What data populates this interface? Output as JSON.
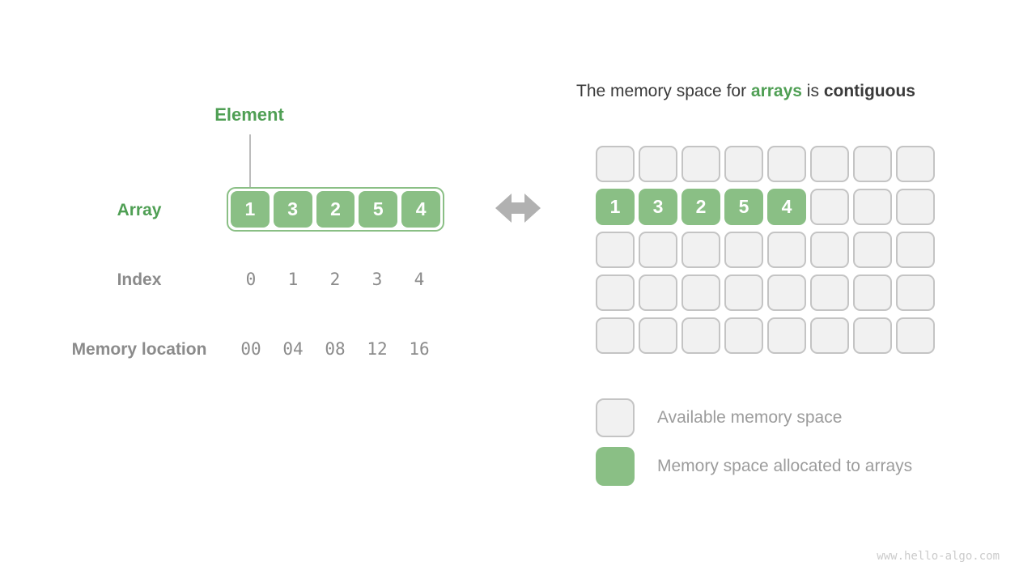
{
  "colors": {
    "green_fill": "#8abf85",
    "green_text": "#4f9f54",
    "dark_text": "#3a3a3a",
    "gray_text": "#8b8b8b",
    "legend_text": "#9c9c9c",
    "cell_bg": "#f1f1f1",
    "cell_border": "#c4c4c4",
    "arrow": "#b1b1b1",
    "watermark": "#cbcbcb"
  },
  "left": {
    "element_label": "Element",
    "array_label": "Array",
    "index_label": "Index",
    "memory_label": "Memory location",
    "array_values": [
      "1",
      "3",
      "2",
      "5",
      "4"
    ],
    "index_values": [
      "0",
      "1",
      "2",
      "3",
      "4"
    ],
    "memory_values": [
      "00",
      "04",
      "08",
      "12",
      "16"
    ]
  },
  "right": {
    "title": {
      "prefix": "The memory space for ",
      "highlight": "arrays",
      "middle": " is ",
      "bold": "contiguous"
    },
    "grid": {
      "columns": 8,
      "rows": 5,
      "allocated_row_index": 1,
      "allocated_values": [
        "1",
        "3",
        "2",
        "5",
        "4"
      ]
    },
    "legend": [
      {
        "type": "available",
        "label": "Available memory space"
      },
      {
        "type": "allocated",
        "label": "Memory space allocated to arrays"
      }
    ]
  },
  "watermark": "www.hello-algo.com"
}
